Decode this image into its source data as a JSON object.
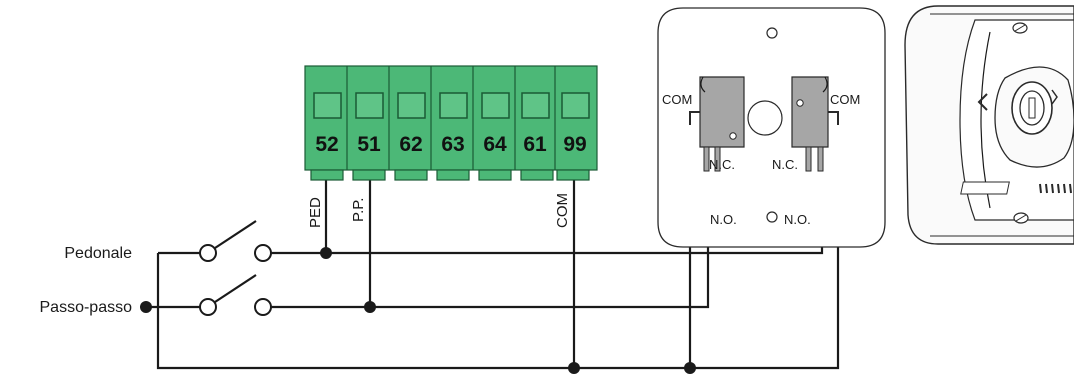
{
  "switches": [
    {
      "label": "Pedonale"
    },
    {
      "label": "Passo-passo"
    }
  ],
  "terminal_block": {
    "color": "#4cb877",
    "terminals": [
      "52",
      "51",
      "62",
      "63",
      "64",
      "61",
      "99"
    ]
  },
  "wire_labels": {
    "ped": "PED",
    "pp": "P.P.",
    "com": "COM"
  },
  "key_switch": {
    "com_left": "COM",
    "com_right": "COM",
    "nc_left": "N.C.",
    "nc_right": "N.C.",
    "no_left": "N.O.",
    "no_right": "N.O."
  }
}
